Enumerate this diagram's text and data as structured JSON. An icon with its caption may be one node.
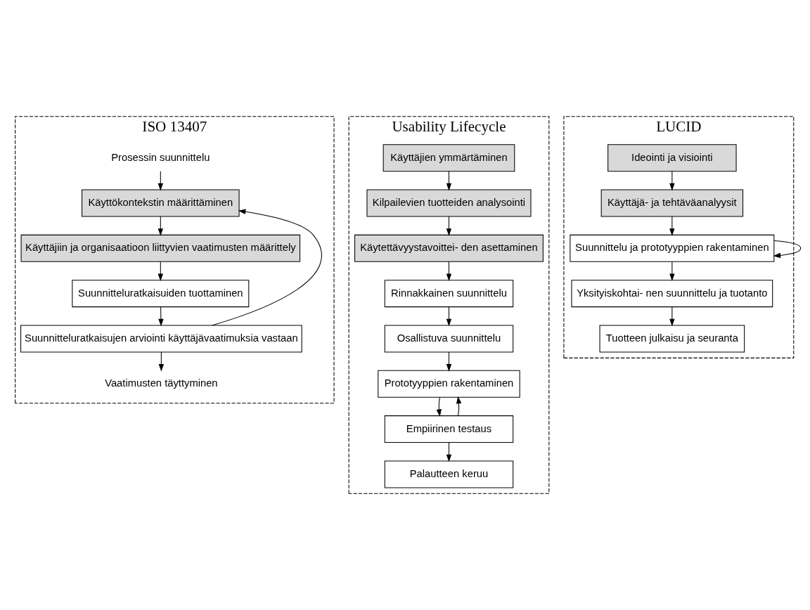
{
  "diagram": {
    "nodes": [
      {
        "text": [
          "ISO 13407"
        ]
      },
      {
        "text": [
          "Prosessin suunnittelu"
        ],
        "in": 0
      },
      {
        "text": [
          "Käyttökontekstin määrittäminen"
        ],
        "in": 0
      },
      {
        "text": [
          "Käyttäjiin ja organisaatioon liittyvien vaatimusten määrittely"
        ],
        "in": 0
      },
      {
        "text": [
          "Suunnitteluratkaisuiden tuottaminen"
        ],
        "in": 0
      },
      {
        "text": [
          "Suunnitteluratkaisujen arviointi käyttäjävaatimuksia vastaan"
        ],
        "in": 0
      },
      {
        "text": [
          "Vaatimusten täyttyminen"
        ],
        "in": 0
      },
      {
        "text": [
          "Usability Lifecycle"
        ]
      },
      {
        "text": [
          "Käyttäjien ymmärtäminen"
        ],
        "in": 7
      },
      {
        "text": [
          "Kilpailevien tuotteiden analysointi"
        ],
        "in": 7
      },
      {
        "text": [
          "Käytettävyystavoittei- den asettaminen"
        ],
        "in": 7
      },
      {
        "text": [
          "Rinnakkainen suunnittelu"
        ],
        "in": 7
      },
      {
        "text": [
          "Osallistuva suunnittelu"
        ],
        "in": 7
      },
      {
        "text": [
          "Prototyyppien rakentaminen"
        ],
        "in": 7
      },
      {
        "text": [
          "Empiirinen testaus"
        ],
        "in": 7
      },
      {
        "text": [
          "Palautteen keruu"
        ],
        "in": 7
      },
      {
        "text": [
          "LUCID"
        ]
      },
      {
        "text": [
          "Ideointi ja visiointi"
        ],
        "in": 16
      },
      {
        "text": [
          "Käyttäjä- ja tehtäväanalyysit"
        ],
        "in": 16
      },
      {
        "text": [
          "Suunnittelu ja prototyyppien rakentaminen"
        ],
        "in": 16
      },
      {
        "text": [
          "Yksityiskohtai- nen suunnittelu ja tuotanto"
        ],
        "in": 16
      },
      {
        "text": [
          "Tuotteen julkaisu ja seuranta"
        ],
        "in": 16
      }
    ],
    "edges": [
      {
        "from": 1,
        "to": 2,
        "arrow": "to"
      },
      {
        "from": 2,
        "to": 3,
        "arrow": "to"
      },
      {
        "from": 3,
        "to": 4,
        "arrow": "to"
      },
      {
        "from": 4,
        "to": 5,
        "arrow": "to"
      },
      {
        "from": 5,
        "to": 6,
        "arrow": "to"
      },
      {
        "from": 5,
        "to": 2,
        "arrow": "to"
      },
      {
        "from": 8,
        "to": 9,
        "arrow": "to"
      },
      {
        "from": 9,
        "to": 10,
        "arrow": "to"
      },
      {
        "from": 10,
        "to": 11,
        "arrow": "to"
      },
      {
        "from": 11,
        "to": 12,
        "arrow": "to"
      },
      {
        "from": 12,
        "to": 13,
        "arrow": "to"
      },
      {
        "from": 13,
        "to": 14,
        "arrow": "to"
      },
      {
        "from": 14,
        "to": 15,
        "arrow": "to"
      },
      {
        "from": 14,
        "to": 13,
        "arrow": "to"
      },
      {
        "from": 17,
        "to": 18,
        "arrow": "to"
      },
      {
        "from": 18,
        "to": 19,
        "arrow": "to"
      },
      {
        "from": 19,
        "to": 19,
        "arrow": "to"
      },
      {
        "from": 19,
        "to": 20,
        "arrow": "to"
      },
      {
        "from": 20,
        "to": 21,
        "arrow": "to"
      }
    ]
  }
}
